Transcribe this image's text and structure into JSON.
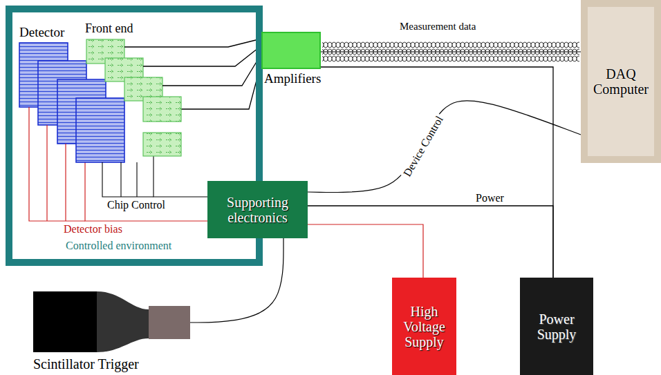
{
  "diagram": {
    "nodes": [
      {
        "text": [
          "Controlled environment"
        ]
      },
      {
        "text": [
          "Detector"
        ],
        "in": 0
      },
      {
        "text": [
          "Front end"
        ],
        "in": 0
      },
      {
        "text": [
          "Amplifiers"
        ]
      },
      {
        "text": [
          "DAQ Computer"
        ]
      },
      {
        "text": [
          "Supporting electronics"
        ]
      },
      {
        "text": [
          "Scintillator Trigger"
        ]
      },
      {
        "text": [
          "High Voltage Supply"
        ]
      },
      {
        "text": [
          "Power Supply"
        ]
      }
    ],
    "edges": [
      {
        "from": 2,
        "to": 3,
        "arrow": "none"
      },
      {
        "from": 3,
        "to": 4,
        "label": "Measurement data",
        "arrow": "none"
      },
      {
        "from": 5,
        "to": 4,
        "label": "Device Control",
        "arrow": "none"
      },
      {
        "from": 5,
        "to": 2,
        "label": "Chip Control",
        "arrow": "none"
      },
      {
        "from": 5,
        "to": 1,
        "label": "Detector bias",
        "arrow": "none"
      },
      {
        "from": 5,
        "to": 8,
        "label": "Power",
        "arrow": "none"
      },
      {
        "from": 3,
        "to": 8,
        "arrow": "none"
      },
      {
        "from": 5,
        "to": 7,
        "arrow": "none"
      },
      {
        "from": 6,
        "to": 5,
        "arrow": "none"
      }
    ]
  }
}
